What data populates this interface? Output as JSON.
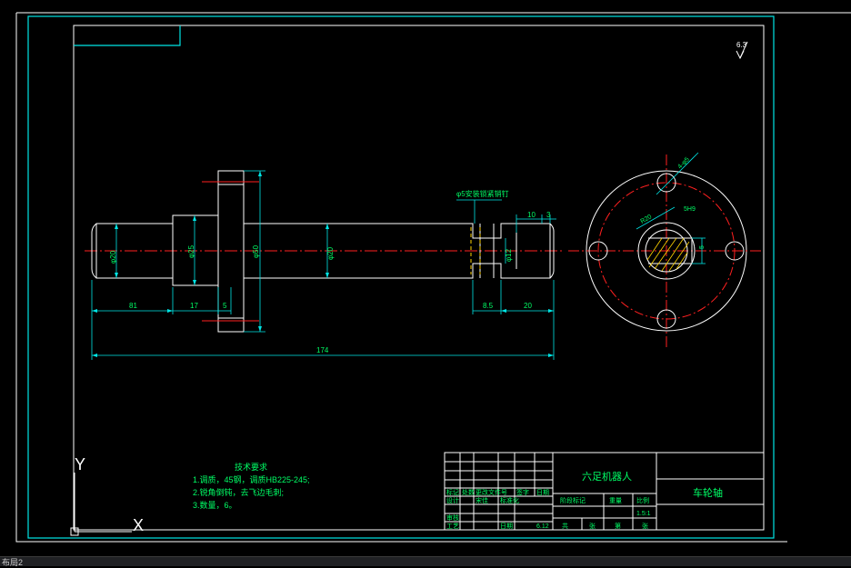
{
  "drawing": {
    "surface_roughness": "6.3",
    "view_labels": {
      "ucs_y": "Y",
      "ucs_x": "X"
    },
    "annotations": {
      "keyway_note": "φ5安装锁紧销钉"
    },
    "dimensions": {
      "d_shaft_left": "φ20",
      "d_collar": "φ25",
      "d_flange": "φ50",
      "d_main": "φ20",
      "d_keyseat": "φ12",
      "len_81": "81",
      "len_17": "17",
      "len_5": "5",
      "len_8_5": "8.5",
      "len_20": "20",
      "len_10": "10",
      "len_3": "3",
      "len_174": "174",
      "circle_r": "R20",
      "hole": "4-φ5",
      "key_5": "5",
      "key_note": "5H9"
    },
    "tech_requirements": {
      "title": "技术要求",
      "items": [
        "1.调质，45钢，调质HB225-245;",
        "2.锐角倒钝，去飞边毛刺;",
        "3.数量，6。"
      ]
    },
    "title_block": {
      "project": "六足机器人",
      "part_name": "车轮轴",
      "scale": "1.5:1",
      "left_headers": [
        "标记",
        "处数",
        "更改文件号",
        "签字",
        "日期"
      ],
      "row_design": [
        "设计",
        "宋佳",
        "标准化"
      ],
      "row_check": [
        "审核"
      ],
      "row_process": [
        "工艺",
        "日期",
        "6.12"
      ],
      "mid_headers": [
        "阶段标记",
        "重量",
        "比例"
      ],
      "bottom": [
        "共",
        "张",
        "第",
        "张"
      ]
    }
  },
  "statusbar": {
    "tab_label": "布局2"
  }
}
